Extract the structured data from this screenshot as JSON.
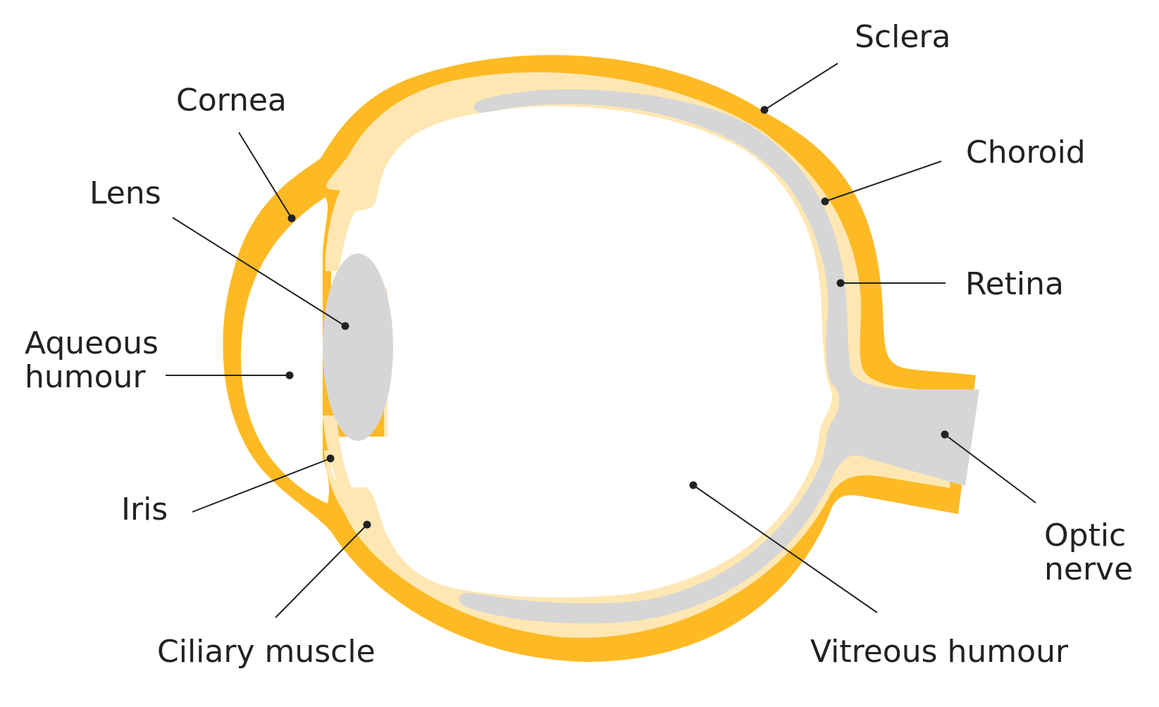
{
  "colors": {
    "sclera": "#FDBA24",
    "choroid": "#FEE7B3",
    "retina": "#D6D6D6",
    "interior": "#FFFFFF",
    "lines": "#222222"
  },
  "labels": {
    "sclera": "Sclera",
    "cornea": "Cornea",
    "choroid": "Choroid",
    "lens": "Lens",
    "retina": "Retina",
    "aqueous_humour": [
      "Aqueous",
      "humour"
    ],
    "iris": "Iris",
    "optic_nerve": [
      "Optic",
      "nerve"
    ],
    "ciliary_muscle": "Ciliary muscle",
    "vitreous_humour": "Vitreous humour"
  }
}
